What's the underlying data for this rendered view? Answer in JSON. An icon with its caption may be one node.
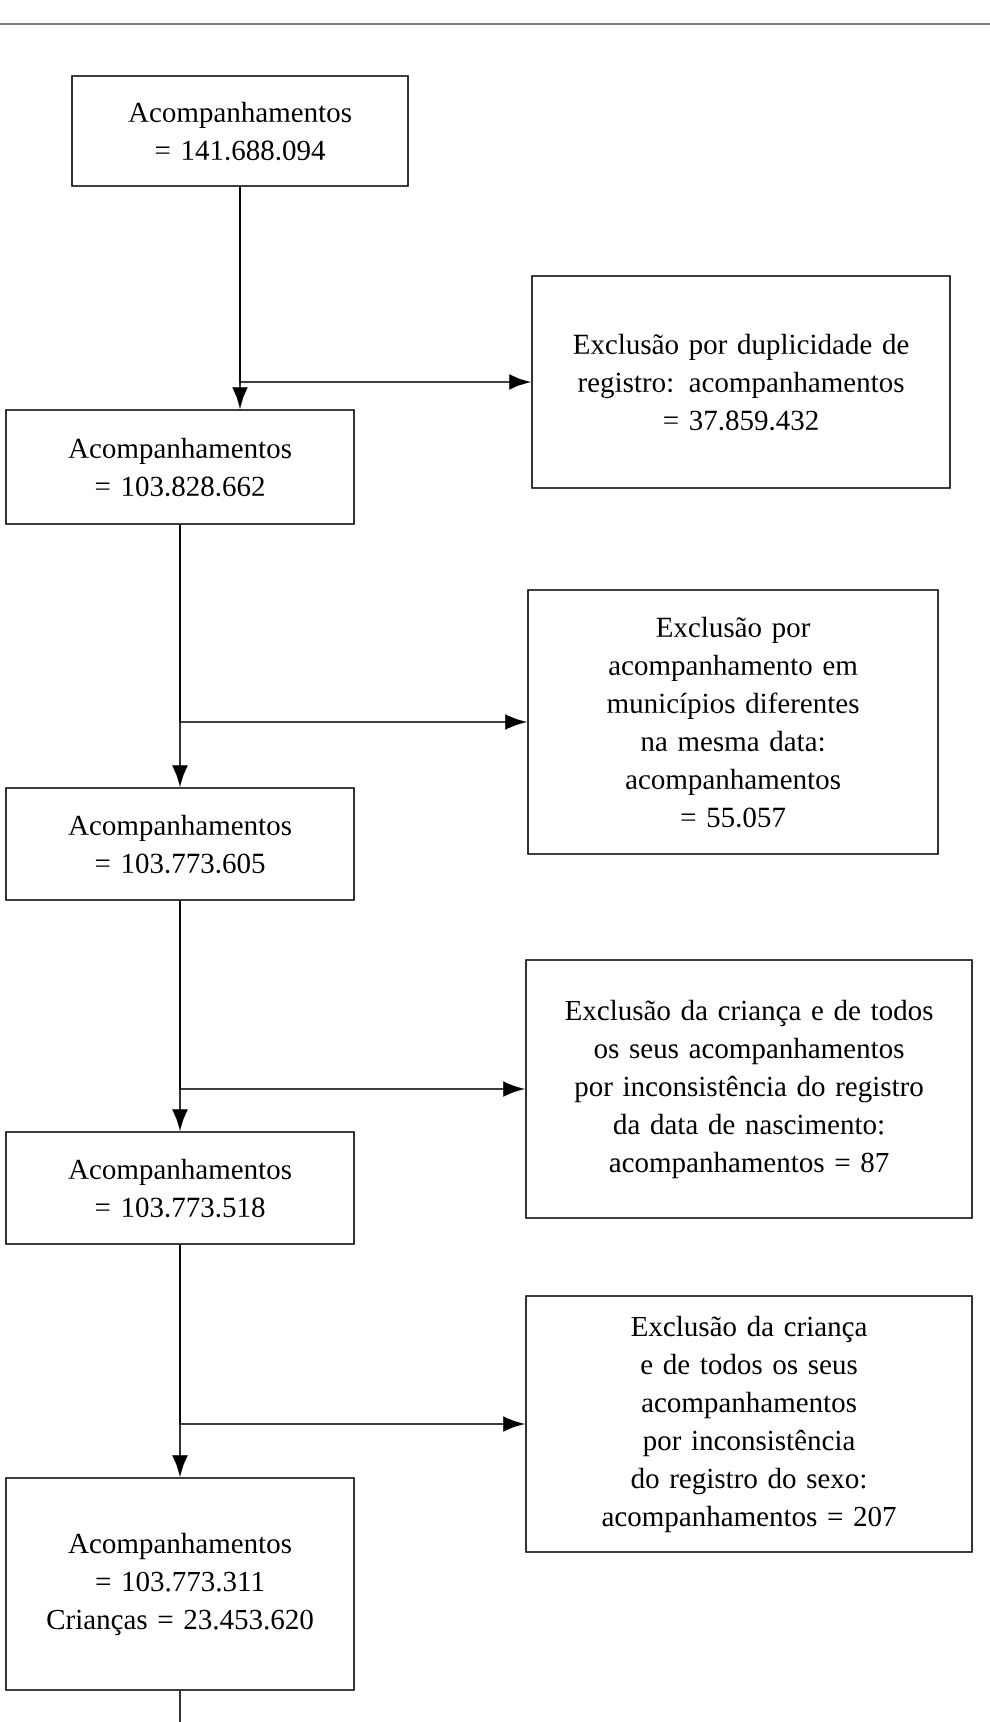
{
  "diagram": {
    "nodes": [
      {
        "text": [
          "Acompanhamentos = 141.688.094"
        ]
      },
      {
        "text": [
          "Exclusão por duplicidade de registro: acompanhamentos = 37.859.432"
        ]
      },
      {
        "text": [
          "Acompanhamentos = 103.828.662"
        ]
      },
      {
        "text": [
          "Exclusão por acompanhamento em municípios diferentes na mesma data: acompanhamentos = 55.057"
        ]
      },
      {
        "text": [
          "Acompanhamentos = 103.773.605"
        ]
      },
      {
        "text": [
          "Exclusão da criança e de todos os seus acompanhamentos por inconsistência do registro da data de nascimento: acompanhamentos = 87"
        ]
      },
      {
        "text": [
          "Acompanhamentos = 103.773.518"
        ]
      },
      {
        "text": [
          "Exclusão da criança e de todos os seus acompanhamentos por inconsistência do registro do sexo: acompanhamentos = 207"
        ]
      },
      {
        "text": [
          "Acompanhamentos = 103.773.311 Crianças = 23.453.620"
        ]
      }
    ],
    "edges": [
      {
        "from": 0,
        "to": 2,
        "arrow": "to"
      },
      {
        "from": 0,
        "to": 1,
        "arrow": "to"
      },
      {
        "from": 2,
        "to": 4,
        "arrow": "to"
      },
      {
        "from": 2,
        "to": 3,
        "arrow": "to"
      },
      {
        "from": 4,
        "to": 6,
        "arrow": "to"
      },
      {
        "from": 4,
        "to": 5,
        "arrow": "to"
      },
      {
        "from": 6,
        "to": 8,
        "arrow": "to"
      },
      {
        "from": 6,
        "to": 7,
        "arrow": "to"
      },
      {
        "from": 8,
        "to": null,
        "arrow": "none"
      }
    ]
  }
}
